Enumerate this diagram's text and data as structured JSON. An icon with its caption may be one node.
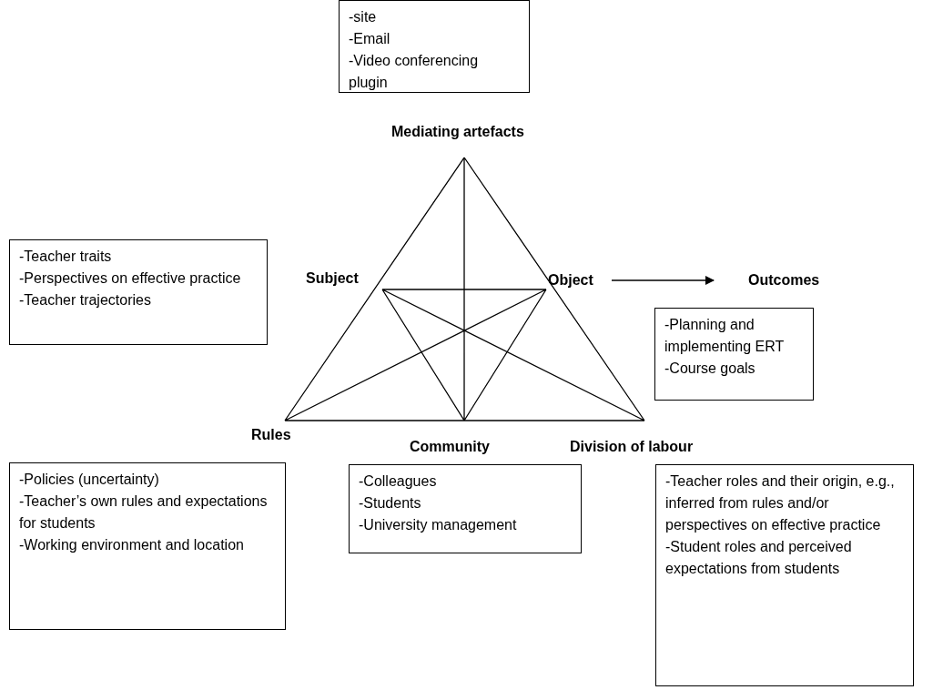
{
  "diagram": {
    "nodes": [
      {
        "text": [
          "-site",
          "-Email",
          "-Video conferencing plugin"
        ]
      },
      {
        "text": [
          "Mediating artefacts"
        ]
      },
      {
        "text": [
          "-Teacher traits",
          "-Perspectives on effective practice",
          "-Teacher trajectories"
        ]
      },
      {
        "text": [
          "Subject"
        ]
      },
      {
        "text": [
          "Object"
        ]
      },
      {
        "text": [
          "Outcomes"
        ]
      },
      {
        "text": [
          "-Planning and implementing ERT",
          "-Course goals"
        ]
      },
      {
        "text": [
          "Rules"
        ]
      },
      {
        "text": [
          "Community"
        ]
      },
      {
        "text": [
          "Division of labour"
        ]
      },
      {
        "text": [
          "-Policies (uncertainty)",
          "-Teacher’s own rules and expectations for students",
          "-Working environment and location"
        ]
      },
      {
        "text": [
          "-Colleagues",
          "-Students",
          "-University management"
        ]
      },
      {
        "text": [
          "-Teacher roles and their origin, e.g., inferred from rules and/or perspectives on effective practice",
          "-Student roles and perceived expectations from students"
        ]
      }
    ],
    "edges": [
      {
        "from": 4,
        "to": 5,
        "arrow": "to"
      }
    ]
  }
}
